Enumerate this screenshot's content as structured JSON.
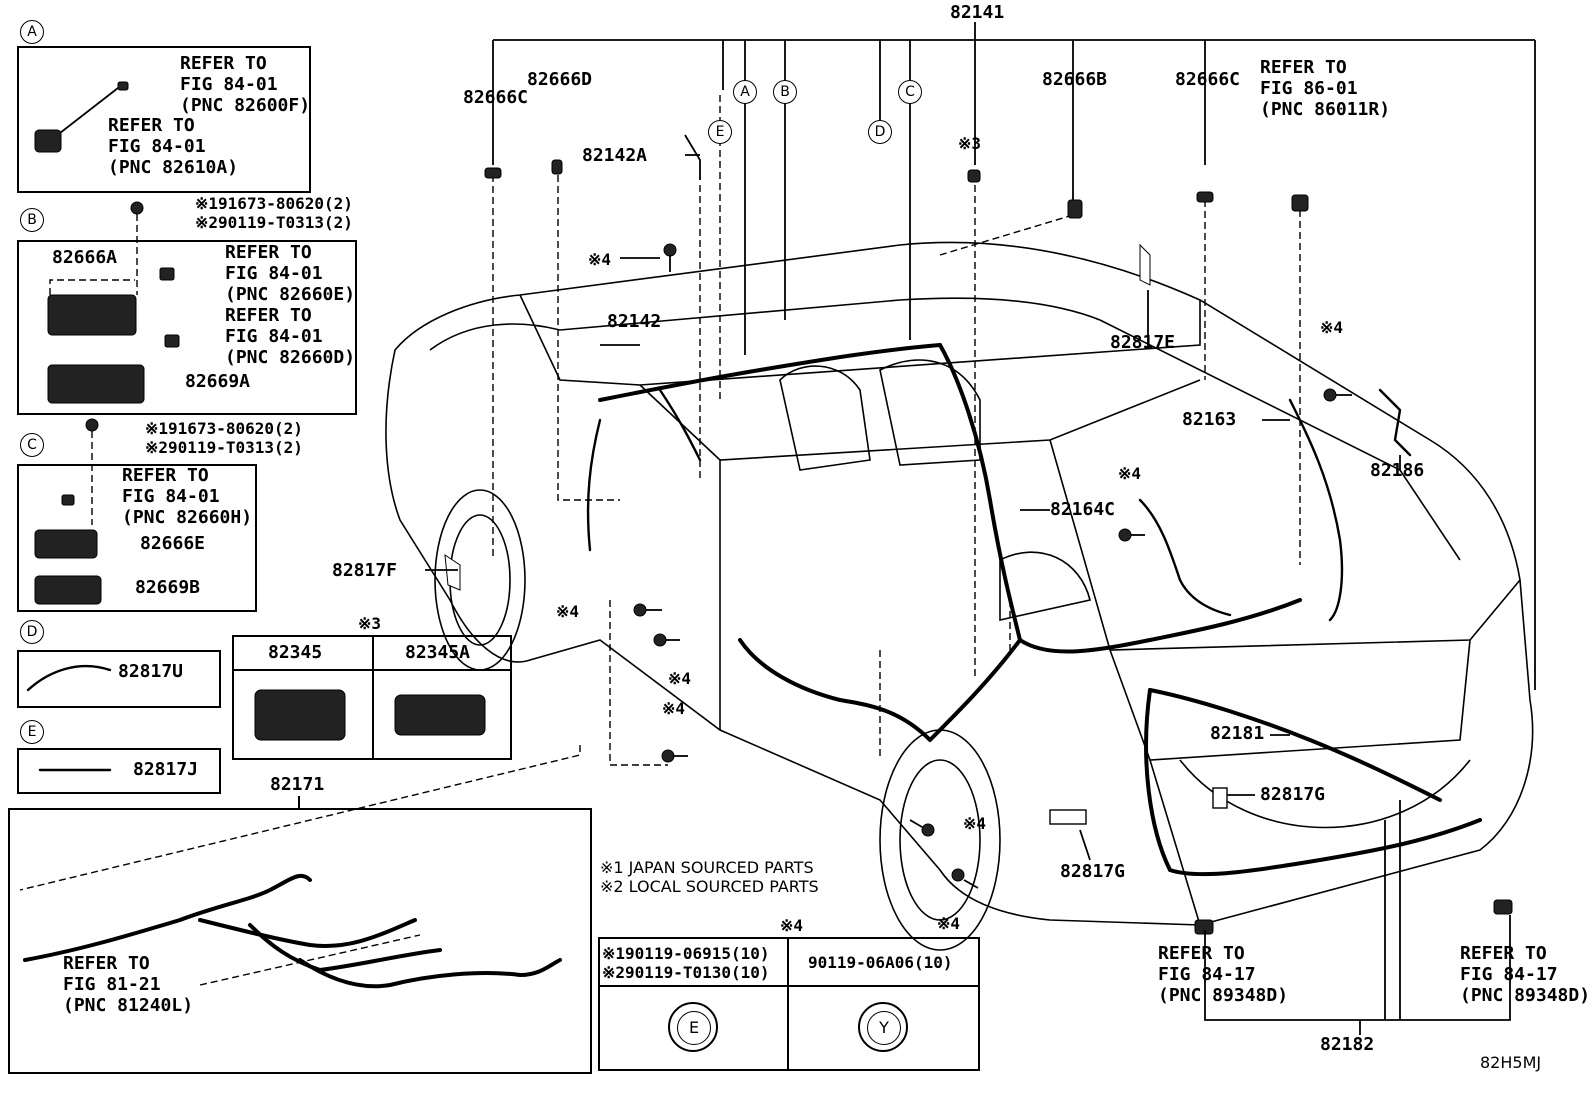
{
  "diagram_code": "82H5MJ",
  "main_part": "82141",
  "notes": {
    "n1": "※1 JAPAN SOURCED PARTS",
    "n2": "※2 LOCAL SOURCED PARTS"
  },
  "inset_a": {
    "marker": "A",
    "ref1": [
      "REFER TO",
      "FIG 84-01",
      "(PNC 82600F)"
    ],
    "ref2": [
      "REFER TO",
      "FIG 84-01",
      "(PNC 82610A)"
    ]
  },
  "inset_b": {
    "marker": "B",
    "bolt_parts": [
      "※191673-80620(2)",
      "※290119-T0313(2)"
    ],
    "p1": "82666A",
    "ref1": [
      "REFER TO",
      "FIG 84-01",
      "(PNC 82660E)"
    ],
    "ref2": [
      "REFER TO",
      "FIG 84-01",
      "(PNC 82660D)"
    ],
    "p2": "82669A"
  },
  "inset_c": {
    "marker": "C",
    "bolt_parts": [
      "※191673-80620(2)",
      "※290119-T0313(2)"
    ],
    "ref1": [
      "REFER TO",
      "FIG 84-01",
      "(PNC 82660H)"
    ],
    "p1": "82666E",
    "p2": "82669B"
  },
  "inset_d": {
    "marker": "D",
    "p1": "82817U"
  },
  "inset_e": {
    "marker": "E",
    "p1": "82817J"
  },
  "relay_table": {
    "mark": "※3",
    "cols": [
      "82345",
      "82345A"
    ]
  },
  "harness_82171": {
    "part": "82171",
    "ref": [
      "REFER TO",
      "FIG 81-21",
      "(PNC 81240L)"
    ]
  },
  "bolt_table": {
    "mark": "※4",
    "left_rows": [
      "※190119-06915(10)",
      "※290119-T0130(10)"
    ],
    "right_row": "90119-06A06(10)",
    "left_symbol": "E",
    "right_symbol": "Y"
  },
  "main_labels": {
    "p82666C_l": "82666C",
    "p82666D": "82666D",
    "p82142A": "82142A",
    "p82142": "82142",
    "p82817F": "82817F",
    "p82666B": "82666B",
    "p82666C_r": "82666C",
    "ref86": [
      "REFER TO",
      "FIG 86-01",
      "(PNC 86011R)"
    ],
    "p82817E": "82817E",
    "p82163": "82163",
    "p82186": "82186",
    "p82164C": "82164C",
    "p82181": "82181",
    "p82817G_a": "82817G",
    "p82817G_b": "82817G",
    "p82182": "82182",
    "ref84_17_l": [
      "REFER TO",
      "FIG 84-17",
      "(PNC 89348D)"
    ],
    "ref84_17_r": [
      "REFER TO",
      "FIG 84-17",
      "(PNC 89348D)"
    ],
    "mark3": "※3",
    "mark4": "※4"
  },
  "callouts": [
    "A",
    "B",
    "C",
    "D",
    "E"
  ]
}
